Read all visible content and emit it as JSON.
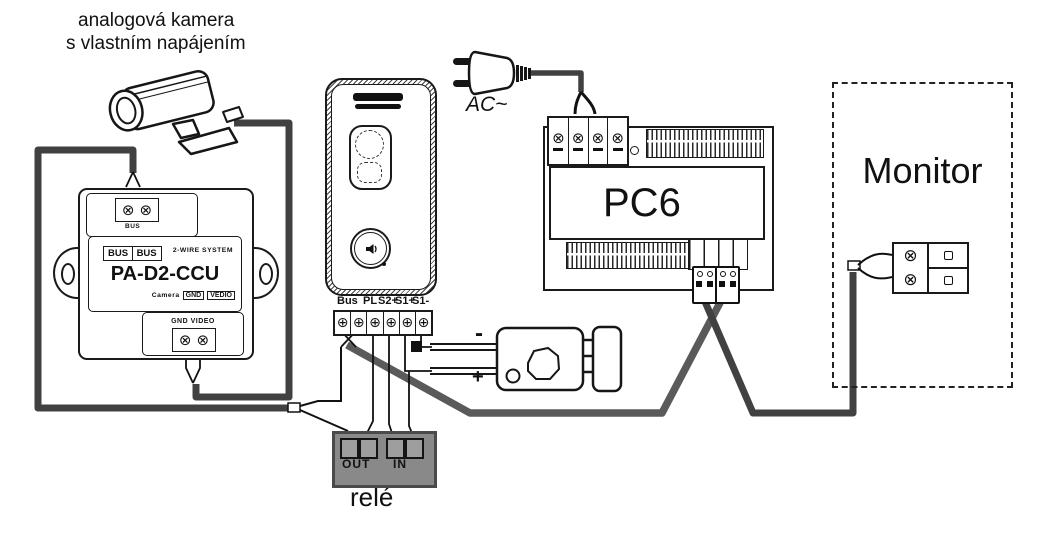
{
  "caption": {
    "line1": "analogová kamera",
    "line2": "s vlastním napájením"
  },
  "ac": {
    "label": "AC~"
  },
  "pc6": {
    "label": "PC6"
  },
  "monitor": {
    "label": "Monitor"
  },
  "converter": {
    "top_terminal_label": "BUS",
    "bus_left": "BUS",
    "bus_right": "BUS",
    "system": "2-WIRE SYSTEM",
    "model": "PA-D2-CCU",
    "camera": "Camera",
    "gnd": "GND",
    "vedio": "VEDIO",
    "bottom_label": "GND VIDEO"
  },
  "door_station": {
    "terminals": [
      "Bus",
      "PL",
      "S2+",
      "S1+",
      "S1-"
    ]
  },
  "relay": {
    "out": "OUT",
    "in": "IN",
    "label": "relé"
  },
  "lock": {
    "minus": "-",
    "plus": "+"
  },
  "icons": {
    "screw_x": "⊗",
    "screw_plus": "⊕"
  },
  "colors": {
    "wire": "#414141",
    "bus_wire": "#5a5a5a",
    "ink": "#111111",
    "relay_bg": "#898989"
  }
}
